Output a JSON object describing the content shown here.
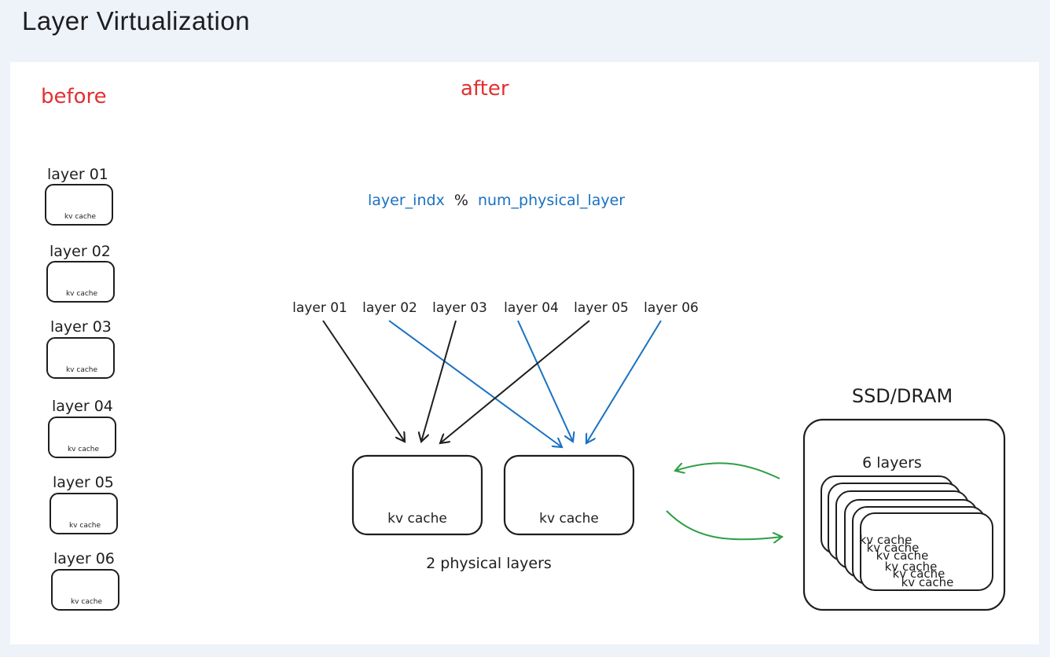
{
  "page": {
    "title": "Layer Virtualization"
  },
  "diagram": {
    "before_label": "before",
    "after_label": "after",
    "formula": {
      "index": "layer_indx",
      "operator": "%",
      "divisor": "num_physical_layer"
    },
    "before_layers": [
      {
        "label": "layer 01",
        "cache": "kv cache"
      },
      {
        "label": "layer 02",
        "cache": "kv cache"
      },
      {
        "label": "layer 03",
        "cache": "kv cache"
      },
      {
        "label": "layer 04",
        "cache": "kv cache"
      },
      {
        "label": "layer 05",
        "cache": "kv cache"
      },
      {
        "label": "layer 06",
        "cache": "kv cache"
      }
    ],
    "after_layers": [
      "layer 01",
      "layer 02",
      "layer 03",
      "layer 04",
      "layer 05",
      "layer 06"
    ],
    "physical_caches": [
      "kv cache",
      "kv cache"
    ],
    "physical_caption": "2 physical layers",
    "storage": {
      "title": "SSD/DRAM",
      "caption": "6 layers",
      "stack": [
        "kv cache",
        "kv cache",
        "kv cache",
        "kv cache",
        "kv cache",
        "kv cache"
      ]
    },
    "colors": {
      "label_red": "#e03131",
      "blue": "#1971c2",
      "black": "#1e1e1e",
      "green": "#2f9e44"
    }
  }
}
